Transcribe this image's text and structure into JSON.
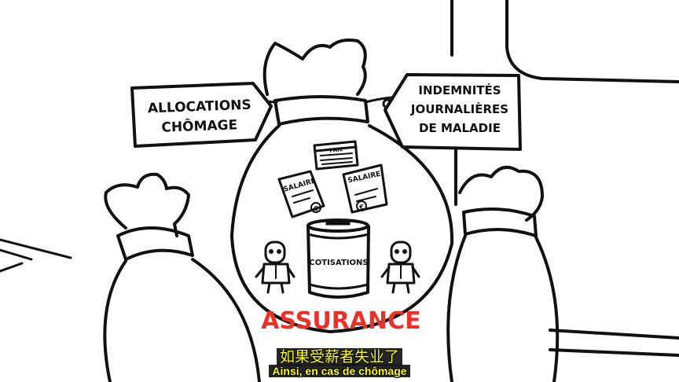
{
  "labels": {
    "left_tag": [
      "ALLOCATIONS",
      "CHÔMAGE"
    ],
    "right_tag": [
      "INDEMNITÉS",
      "JOURNALIÈRES",
      "DE MALADIE"
    ],
    "calendar": "PAIE",
    "payslip_left": "SALAIRE",
    "payslip_right": "SALAIRE",
    "currency_symbol": "€",
    "can": "COTISATIONS",
    "title": "ASSURANCE"
  },
  "subtitles": {
    "zh": "如果受薪者失业了",
    "fr": "Ainsi, en cas de chômage"
  },
  "colors": {
    "background": "#ffffff",
    "ink": "#111111",
    "accent": "#e8322a",
    "subtitle": "#ffff00"
  }
}
